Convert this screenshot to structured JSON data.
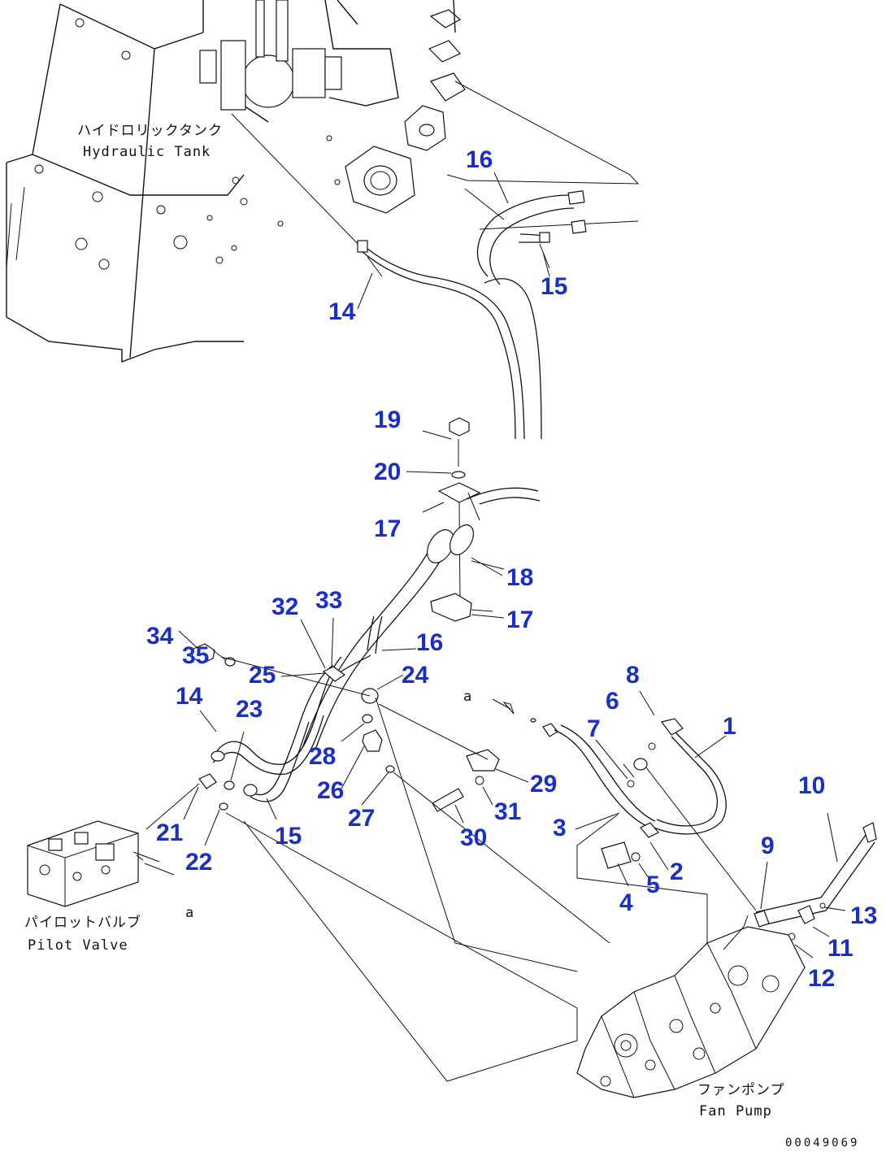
{
  "labels": {
    "tank": {
      "jp": "ハイドロリックタンク",
      "en": "Hydraulic Tank"
    },
    "pilot_valve": {
      "jp": "パイロットバルブ",
      "en": "Pilot Valve"
    },
    "fan_pump": {
      "jp": "ファンポンプ",
      "en": "Fan Pump"
    }
  },
  "markers": {
    "view_a": "a"
  },
  "drawing_code": "00049069",
  "callouts": [
    "1",
    "2",
    "3",
    "4",
    "5",
    "6",
    "7",
    "8",
    "9",
    "10",
    "11",
    "12",
    "13",
    "14",
    "15",
    "16",
    "17",
    "18",
    "19",
    "20",
    "21",
    "22",
    "23",
    "24",
    "25",
    "26",
    "27",
    "28",
    "29",
    "30",
    "31",
    "32",
    "33",
    "34",
    "35"
  ]
}
